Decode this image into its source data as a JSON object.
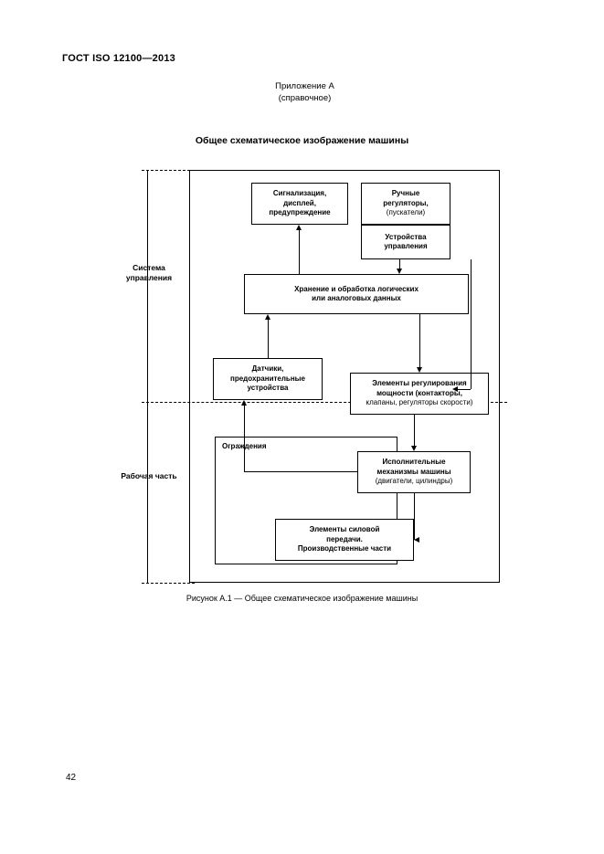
{
  "page": {
    "standard_header": "ГОСТ ISO 12100—2013",
    "annex_line1": "Приложение А",
    "annex_line2": "(справочное)",
    "title": "Общее схематическое изображение машины",
    "figure_caption": "Рисунок А.1 — Общее схематическое изображение машины",
    "page_number": "42"
  },
  "diagram": {
    "side_labels": [
      {
        "line1": "Система",
        "line2": "управления"
      },
      {
        "line1": "Рабочая",
        "line2": "часть"
      }
    ],
    "guard_label": "Ограждения",
    "boxes": [
      {
        "id": "signaling",
        "lines": [
          "Сигнализация,",
          "дисплей,",
          "предупреждение"
        ]
      },
      {
        "id": "manual-controls",
        "lines": [
          "Ручные",
          "регуляторы,",
          "(пускатели)"
        ]
      },
      {
        "id": "control-devices",
        "lines": [
          "Устройства",
          "управления"
        ]
      },
      {
        "id": "logic-processing",
        "lines": [
          "Хранение и обработка логических",
          "или аналоговых данных"
        ]
      },
      {
        "id": "sensors",
        "lines": [
          "Датчики,",
          "предохранительные",
          "устройства"
        ]
      },
      {
        "id": "power-control",
        "lines": [
          "Элементы регулирования",
          "мощности (контакторы,",
          "клапаны, регуляторы скорости)"
        ]
      },
      {
        "id": "actuators",
        "lines": [
          "Исполнительные",
          "механизмы машины",
          "(двигатели, цилиндры)"
        ]
      },
      {
        "id": "transmission",
        "lines": [
          "Элементы силовой",
          "передачи.",
          "Производственные части"
        ]
      }
    ]
  }
}
